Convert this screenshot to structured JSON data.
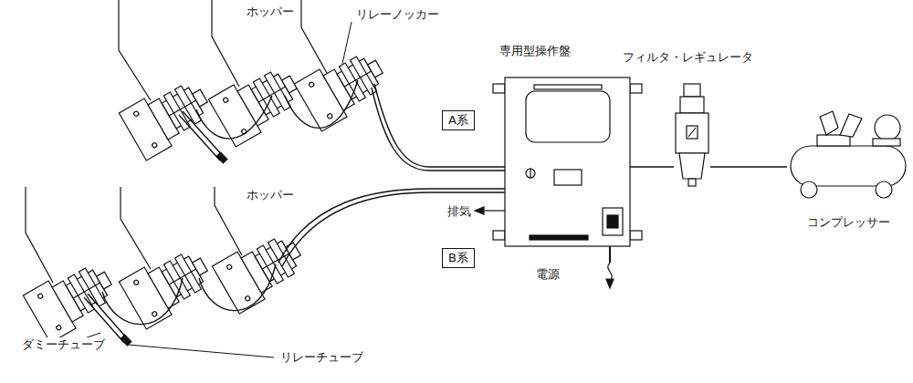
{
  "diagram": {
    "nodes": [
      {
        "text": [
          "専用型操作盤"
        ]
      },
      {
        "text": [
          "フィルタ・レギュレータ"
        ]
      },
      {
        "text": [
          "コンプレッサー"
        ]
      },
      {
        "text": [
          "A系"
        ]
      },
      {
        "text": [
          "B系"
        ]
      }
    ],
    "edges": [
      {
        "from": 0,
        "to": 1,
        "arrow": "none"
      },
      {
        "from": 1,
        "to": 2,
        "arrow": "none"
      }
    ],
    "labels": [
      "ホッパー",
      "リレーノッカー",
      "ホッパー",
      "排気",
      "電源",
      "ダミーチューブ",
      "リレーチューブ"
    ]
  }
}
